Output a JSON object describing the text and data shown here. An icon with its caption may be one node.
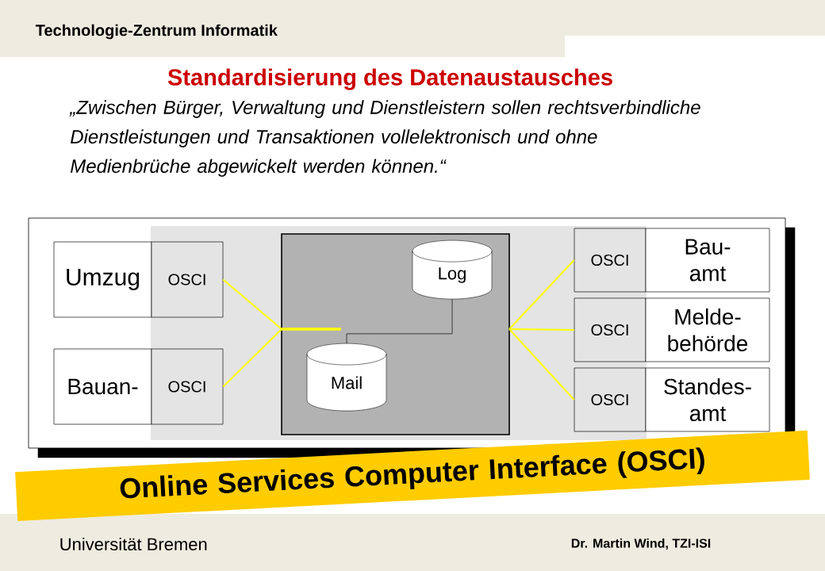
{
  "diagram": {
    "title": "Standardisierung des Datenaustausches",
    "nodes": [
      {
        "text": [
          "Umzug"
        ]
      },
      {
        "text": [
          "OSCI"
        ]
      },
      {
        "text": [
          "Bauan-"
        ]
      },
      {
        "text": [
          "OSCI"
        ]
      },
      {
        "text": [],
        "shape": "box"
      },
      {
        "text": [
          "Log"
        ],
        "in": 4
      },
      {
        "text": [
          "Mail"
        ],
        "in": 4
      },
      {
        "text": [
          "OSCI"
        ]
      },
      {
        "text": [
          "Bau- amt"
        ]
      },
      {
        "text": [
          "OSCI"
        ]
      },
      {
        "text": [
          "Melde- behörde"
        ]
      },
      {
        "text": [
          "OSCI"
        ]
      },
      {
        "text": [
          "Standes- amt"
        ]
      },
      {
        "text": [
          "Online Services Computer Interface (OSCI)"
        ]
      }
    ],
    "edges": [
      {
        "from": 1,
        "to": 4,
        "arrow": "none"
      },
      {
        "from": 3,
        "to": 4,
        "arrow": "none"
      },
      {
        "from": 4,
        "to": 7,
        "arrow": "none"
      },
      {
        "from": 4,
        "to": 9,
        "arrow": "none"
      },
      {
        "from": 4,
        "to": 11,
        "arrow": "none"
      },
      {
        "from": 5,
        "to": 6,
        "arrow": "none",
        "color": "#000000"
      }
    ],
    "labels": [
      "Technologie-Zentrum Informatik",
      "„Zwischen Bürger, Verwaltung und Dienstleistern sollen rechtsverbindliche Dienstleistungen und Transaktionen vollelektronisch und ohne Medienbrüche abgewickelt werden können.“",
      "Universität Bremen",
      "Dr. Martin Wind, TZI-ISI"
    ]
  }
}
